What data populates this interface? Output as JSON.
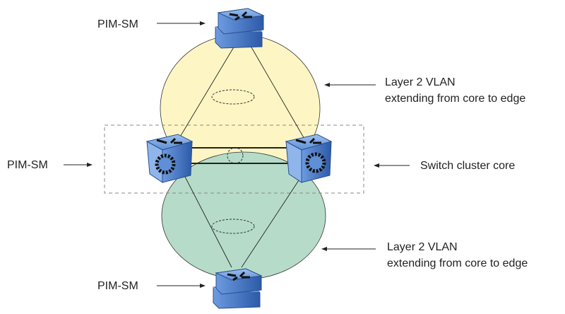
{
  "labels": {
    "top_router": "PIM-SM",
    "left_cluster": "PIM-SM",
    "bottom_router": "PIM-SM",
    "top_vlan_line1": "Layer 2 VLAN",
    "top_vlan_line2": "extending from core to edge",
    "cluster": "Switch cluster core",
    "bottom_vlan_line1": "Layer 2 VLAN",
    "bottom_vlan_line2": "extending from core to edge"
  },
  "colors": {
    "top_vlan": "#fdf6c4",
    "bottom_vlan": "#b6dcc9",
    "device": "#4f7fc4"
  }
}
